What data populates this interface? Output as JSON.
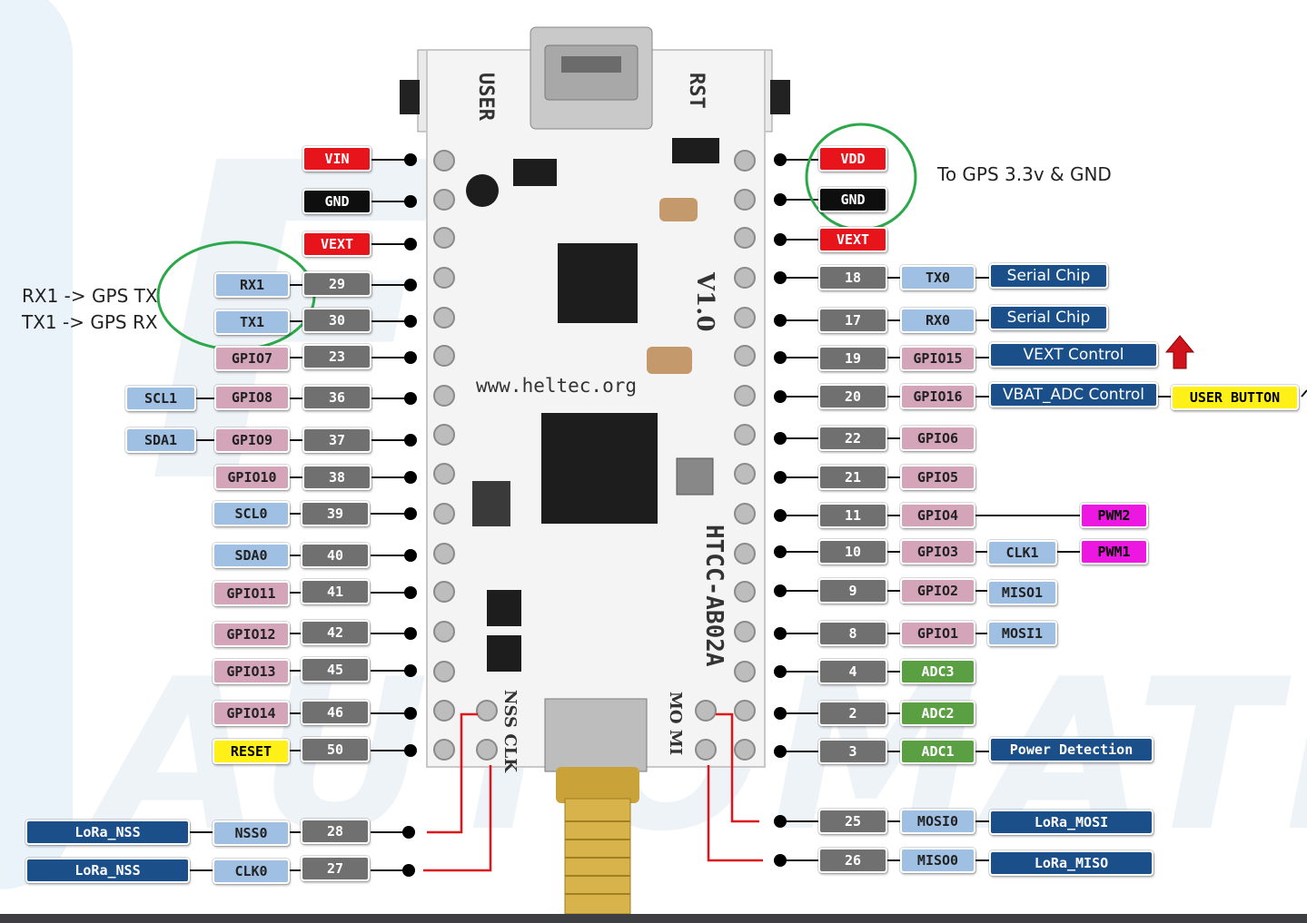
{
  "board": {
    "silkscreen_user": "USER",
    "silkscreen_rst": "RST",
    "silkscreen_version": "V1.0",
    "silkscreen_url": "www.heltec.org",
    "silkscreen_model": "HTCC-AB02A",
    "silkscreen_nss_clk": "NSS CLK",
    "silkscreen_mo_mi": "MO MI"
  },
  "notes": {
    "gps_power": "To GPS 3.3v & GND",
    "rx1_note": "RX1 -> GPS TX",
    "tx1_note": "TX1 -> GPS RX"
  },
  "left_pins": {
    "vin": "VIN",
    "gnd": "GND",
    "vext": "VEXT",
    "p29": "29",
    "rx1": "RX1",
    "p30": "30",
    "tx1": "TX1",
    "p23": "23",
    "gpio7": "GPIO7",
    "p36": "36",
    "gpio8": "GPIO8",
    "scl1": "SCL1",
    "p37": "37",
    "gpio9": "GPIO9",
    "sda1": "SDA1",
    "p38": "38",
    "gpio10": "GPIO10",
    "p39": "39",
    "scl0": "SCL0",
    "p40": "40",
    "sda0": "SDA0",
    "p41": "41",
    "gpio11": "GPIO11",
    "p42": "42",
    "gpio12": "GPIO12",
    "p45": "45",
    "gpio13": "GPIO13",
    "p46": "46",
    "gpio14": "GPIO14",
    "p50": "50",
    "reset": "RESET",
    "p28": "28",
    "nss0": "NSS0",
    "lora_nss_a": "LoRa_NSS",
    "p27": "27",
    "clk0": "CLK0",
    "lora_nss_b": "LoRa_NSS"
  },
  "right_pins": {
    "vdd": "VDD",
    "gnd": "GND",
    "vext": "VEXT",
    "p18": "18",
    "tx0": "TX0",
    "serial_a": "Serial Chip",
    "p17": "17",
    "rx0": "RX0",
    "serial_b": "Serial Chip",
    "p19": "19",
    "gpio15": "GPIO15",
    "vext_ctrl": "VEXT Control",
    "p20": "20",
    "gpio16": "GPIO16",
    "vbat_adc": "VBAT_ADC Control",
    "user_button": "USER BUTTON",
    "p22": "22",
    "gpio6": "GPIO6",
    "p21": "21",
    "gpio5": "GPIO5",
    "p11": "11",
    "gpio4": "GPIO4",
    "pwm2": "PWM2",
    "p10": "10",
    "gpio3": "GPIO3",
    "clk1": "CLK1",
    "pwm1": "PWM1",
    "p9": "9",
    "gpio2": "GPIO2",
    "miso1": "MISO1",
    "p8": "8",
    "gpio1": "GPIO1",
    "mosi1": "MOSI1",
    "p4": "4",
    "adc3": "ADC3",
    "p2": "2",
    "adc2": "ADC2",
    "p3": "3",
    "adc1": "ADC1",
    "power_det": "Power Detection",
    "p25": "25",
    "mosi0": "MOSI0",
    "lora_mosi": "LoRa_MOSI",
    "p26": "26",
    "miso0": "MISO0",
    "lora_miso": "LoRa_MISO"
  },
  "colors": {
    "pin_number": "#707070",
    "gpio": "#d4a5b8",
    "function_light_blue": "#9fc0e2",
    "function_dark_blue": "#1a4f8a",
    "power_red": "#e8141b",
    "ground_black": "#0e0e0e",
    "adc_green": "#5aa043",
    "reset_yellow": "#fff018",
    "pwm_magenta": "#ec17e0",
    "highlight_circle": "#2aa84a",
    "lora_wire": "#e0141b"
  }
}
